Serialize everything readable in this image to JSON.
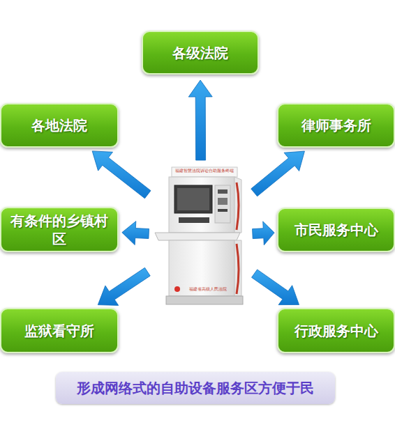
{
  "diagram": {
    "caption": "形成网络式的自助设备服务区方便于民",
    "nodes": [
      {
        "text": [
          "各级法院"
        ]
      },
      {
        "text": [
          "各地法院"
        ]
      },
      {
        "text": [
          "律师事务所"
        ]
      },
      {
        "text": [
          "福建智慧法院诉讼自助服务终端",
          "福建省高级人民法院"
        ]
      },
      {
        "text": [
          "有条件的乡镇村区"
        ]
      },
      {
        "text": [
          "市民服务中心"
        ]
      },
      {
        "text": [
          "监狱看守所"
        ]
      },
      {
        "text": [
          "行政服务中心"
        ]
      }
    ],
    "edges": [
      {
        "from": 3,
        "to": 0,
        "arrow": "to"
      },
      {
        "from": 3,
        "to": 1,
        "arrow": "to"
      },
      {
        "from": 3,
        "to": 2,
        "arrow": "to"
      },
      {
        "from": 3,
        "to": 4,
        "arrow": "to"
      },
      {
        "from": 3,
        "to": 5,
        "arrow": "to"
      },
      {
        "from": 3,
        "to": 6,
        "arrow": "to"
      },
      {
        "from": 3,
        "to": 7,
        "arrow": "to"
      }
    ]
  }
}
